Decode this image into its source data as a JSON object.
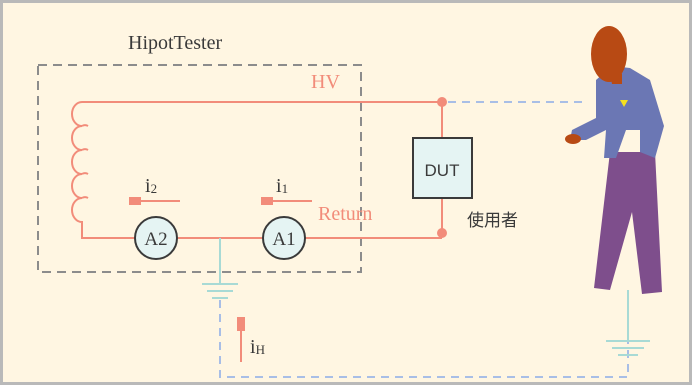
{
  "diagram": {
    "title": "HipotTester",
    "labels": {
      "hv": "HV",
      "return": "Return",
      "dut": "DUT",
      "user": "使用者",
      "a1": "A1",
      "a2": "A2",
      "i1_main": "i",
      "i1_sub": "1",
      "i2_main": "i",
      "i2_sub": "2",
      "ih_main": "i",
      "ih_sub": "H"
    },
    "colors": {
      "background": "#FFF6E2",
      "frame": "#B9B9B9",
      "tester_box": "#8C8C8C",
      "circuit": "#F28C7A",
      "meter_fill": "#E5F4F3",
      "meter_stroke": "#3A3A3A",
      "dut_fill": "#E5F4F3",
      "leakage_path": "#A8BEE6",
      "ground": "#A8DAD5",
      "skin_hair": "#B84A14",
      "shirt": "#6B77B4",
      "pants": "#7E4E8C"
    }
  }
}
